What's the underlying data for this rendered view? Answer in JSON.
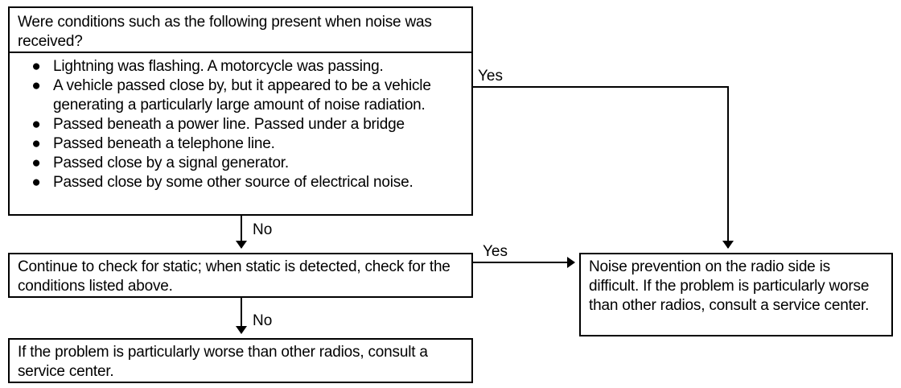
{
  "question": {
    "title": "Were conditions such as the following present when noise was received?",
    "bullet_glyph": "●",
    "conditions": [
      "Lightning was flashing. A motorcycle was passing.",
      "A vehicle passed close by, but it appeared to be a vehicle generating a particularly large amount of noise radiation.",
      "Passed beneath a power line. Passed under a bridge",
      "Passed beneath a telephone line.",
      "Passed close by a signal generator.",
      "Passed close by some other source of electrical noise."
    ]
  },
  "continue_check": "Continue to check for static; when static is detected, check for the conditions listed above.",
  "service_center": "If the problem is particularly worse than other radios, consult a service center.",
  "prevention": "Noise prevention on the radio side is difficult. If the problem is particularly worse than other radios, consult a service center.",
  "labels": {
    "yes_top": "Yes",
    "yes_middle": "Yes",
    "no_top": "No",
    "no_bottom": "No"
  }
}
